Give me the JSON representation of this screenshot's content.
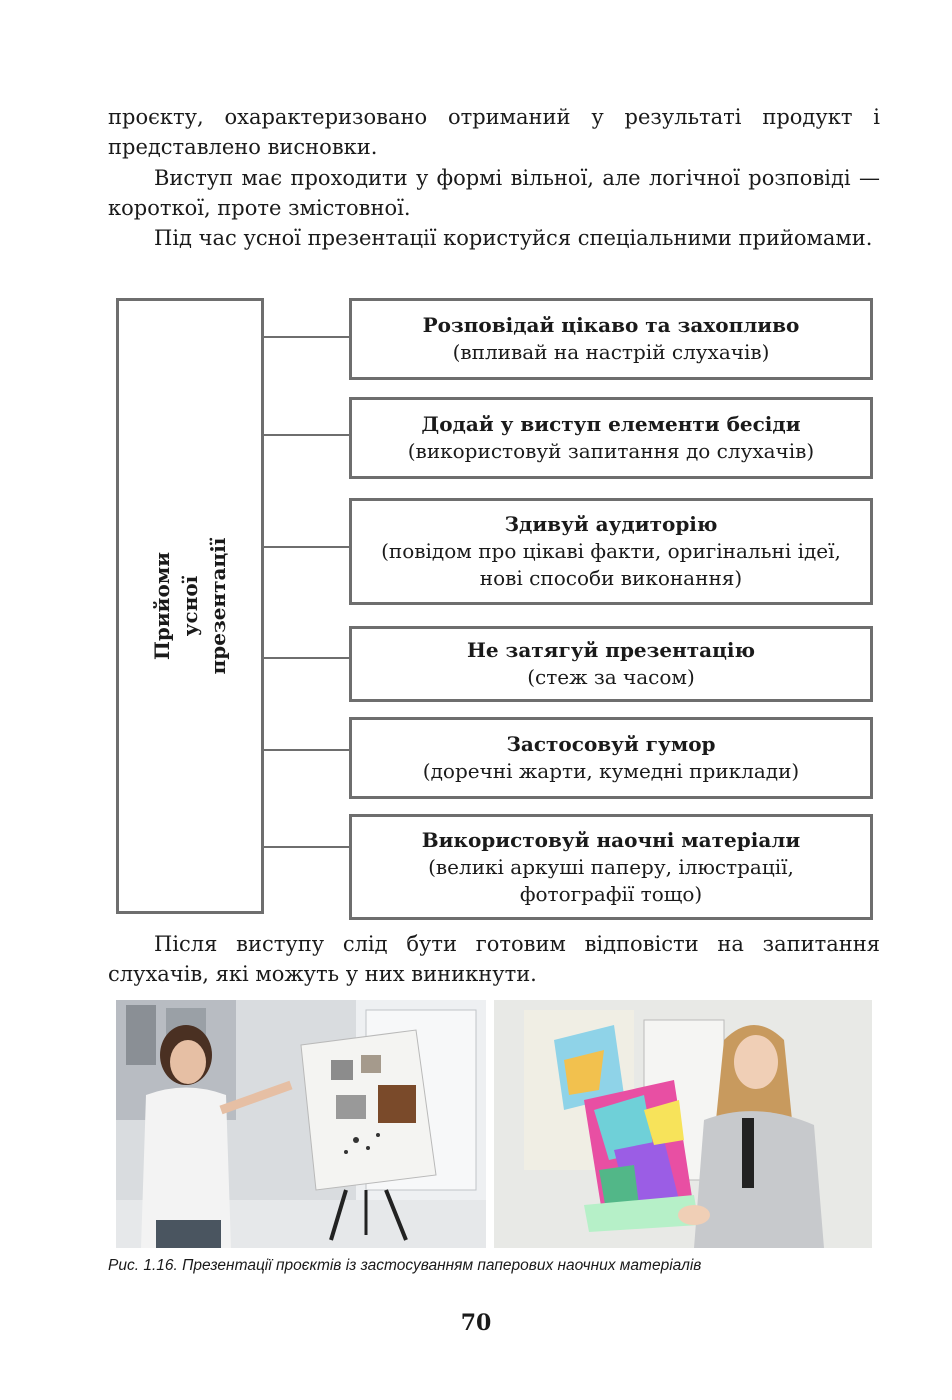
{
  "paragraphs": {
    "p1": "проєкту, охарактеризовано отриманий у результаті продукт і представлено висновки.",
    "p2": "Виступ має проходити у формі вільної, але логічної розповіді — короткої, проте змістовної.",
    "p3": "Під час усної презентації користуйся спеціальними прийомами.",
    "p4": "Після виступу слід бути готовим відповісти на запитання слухачів, які можуть у них виникнути."
  },
  "diagram": {
    "root_label": "Прийоми\nусної\nпрезентації",
    "items": [
      {
        "title": "Розповідай цікаво та захопливо",
        "desc": "(впливай на настрій слухачів)"
      },
      {
        "title": "Додай у виступ елементи бесіди",
        "desc": "(використовуй запитання до слухачів)"
      },
      {
        "title": "Здивуй аудиторію",
        "desc": "(повідом про цікаві факти, оригінальні ідеї, нові способи виконання)"
      },
      {
        "title": "Не затягуй презентацію",
        "desc": "(стеж за часом)"
      },
      {
        "title": "Застосовуй гумор",
        "desc": "(доречні жарти, кумедні приклади)"
      },
      {
        "title": "Використовуй наочні матеріали",
        "desc": "(великі аркуші паперу, ілюстрації, фотографії тощо)"
      }
    ]
  },
  "figure": {
    "caption": "Рис. 1.16. Презентації проєктів із застосуванням паперових наочних матеріалів"
  },
  "page_number": "70"
}
